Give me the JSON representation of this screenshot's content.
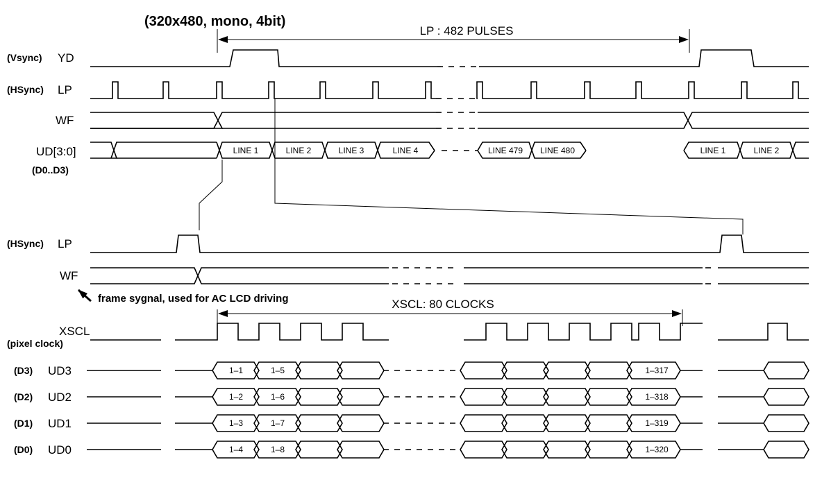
{
  "title": "(320x480, mono, 4bit)",
  "measure_top": "LP : 482 PULSES",
  "measure_bottom": "XSCL: 80 CLOCKS",
  "annotation": "frame sygnal, used for AC LCD driving",
  "top_signals": {
    "yd": {
      "prefix": "(Vsync)",
      "name": "YD"
    },
    "lp": {
      "prefix": "(HSync)",
      "name": "LP"
    },
    "wf": {
      "name": "WF"
    },
    "ud": {
      "name": "UD[3:0]",
      "sub": "(D0..D3)"
    }
  },
  "line_labels": [
    "LINE 1",
    "LINE 2",
    "LINE 3",
    "LINE 4",
    "LINE 479",
    "LINE 480",
    "LINE 1",
    "LINE 2"
  ],
  "bottom_signals": {
    "lp": {
      "prefix": "(HSync)",
      "name": "LP"
    },
    "wf": {
      "name": "WF"
    },
    "xscl": {
      "name": "XSCL",
      "sub": "(pixel clock)"
    }
  },
  "data_lines": [
    {
      "prefix": "(D3)",
      "name": "UD3",
      "labels": [
        "1–1",
        "1–5",
        "1–317"
      ]
    },
    {
      "prefix": "(D2)",
      "name": "UD2",
      "labels": [
        "1–2",
        "1–6",
        "1–318"
      ]
    },
    {
      "prefix": "(D1)",
      "name": "UD1",
      "labels": [
        "1–3",
        "1–7",
        "1–319"
      ]
    },
    {
      "prefix": "(D0)",
      "name": "UD0",
      "labels": [
        "1–4",
        "1–8",
        "1–320"
      ]
    }
  ]
}
